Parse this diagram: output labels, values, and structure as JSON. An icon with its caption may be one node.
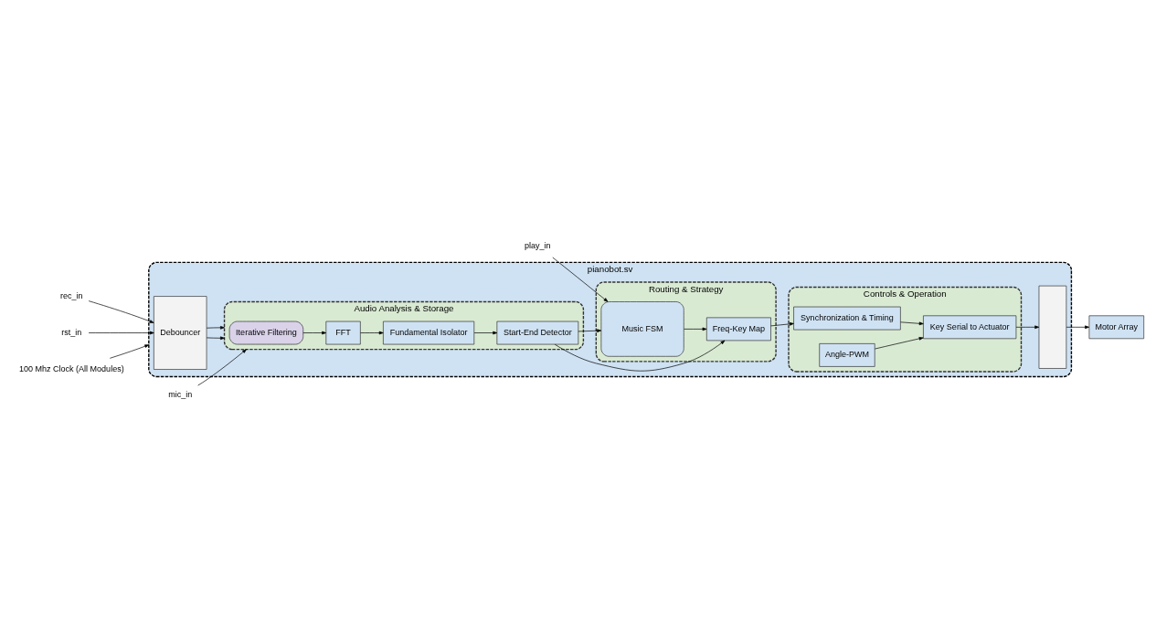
{
  "diagram": {
    "nodes": [
      {
        "text": [
          "pianobot.sv"
        ]
      },
      {
        "text": [
          "rec_in"
        ]
      },
      {
        "text": [
          "rst_in"
        ]
      },
      {
        "text": [
          "Debouncer"
        ],
        "in": 0
      },
      {
        "text": [
          "Audio Analysis & Storage"
        ],
        "in": 0
      },
      {
        "text": [
          "Iterative Filtering"
        ],
        "in": 4
      },
      {
        "text": [
          "FFT"
        ],
        "in": 4
      },
      {
        "text": [
          "Fundamental Isolator"
        ],
        "in": 4
      },
      {
        "text": [
          "Start-End Detector"
        ],
        "in": 4
      },
      {
        "text": [
          "Routing & Strategy"
        ],
        "in": 0
      },
      {
        "text": [
          "Music FSM"
        ],
        "in": 9
      },
      {
        "text": [
          "Freq-Key Map"
        ],
        "in": 9
      },
      {
        "text": [
          "mic_in"
        ]
      },
      {
        "text": [
          "play_in"
        ]
      },
      {
        "text": [
          "Controls & Operation"
        ],
        "in": 0
      },
      {
        "text": [
          "Synchronization & Timing"
        ],
        "in": 14
      },
      {
        "text": [
          "Angle-PWM"
        ],
        "in": 14
      },
      {
        "text": [
          "Key Serial to Actuator"
        ],
        "in": 14
      },
      {
        "text": [
          "100 Mhz Clock (All Modules)"
        ]
      },
      {
        "text": [],
        "shape": "trapezoid",
        "in": 0
      },
      {
        "text": [
          "Motor Array"
        ]
      }
    ],
    "edges": [
      {
        "from": 1,
        "to": 3,
        "arrow": "to"
      },
      {
        "from": 2,
        "to": 3,
        "arrow": "to"
      },
      {
        "from": 3,
        "to": 4,
        "arrow": "to"
      },
      {
        "from": 3,
        "to": 4,
        "arrow": "to"
      },
      {
        "from": 12,
        "to": 4,
        "arrow": "to"
      },
      {
        "from": 13,
        "to": 10,
        "arrow": "to"
      },
      {
        "from": 18,
        "to": 0,
        "arrow": "to"
      },
      {
        "from": 5,
        "to": 6,
        "arrow": "to"
      },
      {
        "from": 6,
        "to": 7,
        "arrow": "to"
      },
      {
        "from": 7,
        "to": 8,
        "arrow": "to"
      },
      {
        "from": 8,
        "to": 10,
        "arrow": "to"
      },
      {
        "from": 8,
        "to": 11,
        "arrow": "to"
      },
      {
        "from": 10,
        "to": 11,
        "arrow": "to"
      },
      {
        "from": 11,
        "to": 15,
        "arrow": "to"
      },
      {
        "from": 15,
        "to": 17,
        "arrow": "to"
      },
      {
        "from": 16,
        "to": 17,
        "arrow": "to"
      },
      {
        "from": 17,
        "to": 19,
        "arrow": "to"
      },
      {
        "from": 19,
        "to": 20,
        "arrow": "to"
      }
    ]
  }
}
